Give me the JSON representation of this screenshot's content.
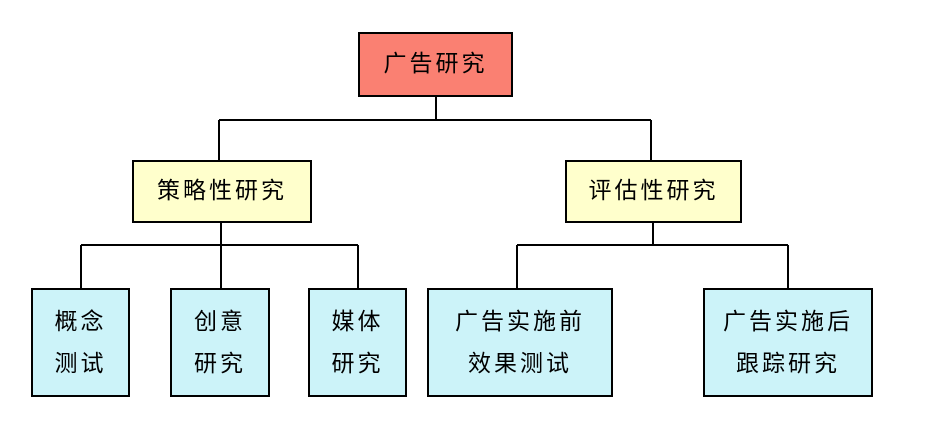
{
  "diagram": {
    "type": "org-chart",
    "background": "#FFFFFF",
    "colors": {
      "root_fill": "#FA8072",
      "branch_fill": "#FFFFCC",
      "leaf_fill": "#CCF3F9",
      "border": "#000000",
      "line": "#000000",
      "text": "#000000"
    },
    "nodes": {
      "root": {
        "label": "广告研究"
      },
      "strategic": {
        "label": "策略性研究"
      },
      "evaluative": {
        "label": "评估性研究"
      },
      "concept": {
        "line1": "概念",
        "line2": "测试"
      },
      "creative": {
        "line1": "创意",
        "line2": "研究"
      },
      "media": {
        "line1": "媒体",
        "line2": "研究"
      },
      "pretest": {
        "line1": "广告实施前",
        "line2": "效果测试"
      },
      "tracking": {
        "line1": "广告实施后",
        "line2": "跟踪研究"
      }
    },
    "edges": [
      {
        "from": "root",
        "to": "strategic"
      },
      {
        "from": "root",
        "to": "evaluative"
      },
      {
        "from": "strategic",
        "to": "concept"
      },
      {
        "from": "strategic",
        "to": "creative"
      },
      {
        "from": "strategic",
        "to": "media"
      },
      {
        "from": "evaluative",
        "to": "pretest"
      },
      {
        "from": "evaluative",
        "to": "tracking"
      }
    ]
  }
}
